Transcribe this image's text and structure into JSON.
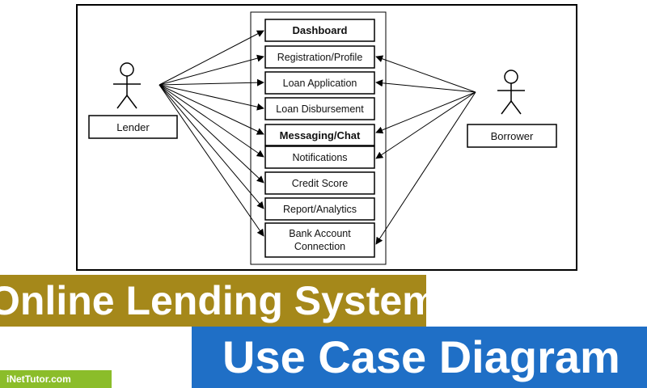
{
  "diagram": {
    "actors": {
      "lender": "Lender",
      "borrower": "Borrower"
    },
    "use_cases": [
      "Dashboard",
      "Registration/Profile",
      "Loan Application",
      "Loan Disbursement",
      "Messaging/Chat",
      "Notifications",
      "Credit Score",
      "Report/Analytics",
      [
        "Bank Account",
        "Connection"
      ]
    ],
    "line_color": "#000000"
  },
  "banner": {
    "title": "Online Lending System",
    "subtitle": "Use Case Diagram",
    "brand": "iNetTutor.com",
    "title_bg": "#a5881a",
    "subtitle_bg": "#1f6fc6",
    "brand_bg": "#8bbd2a"
  }
}
